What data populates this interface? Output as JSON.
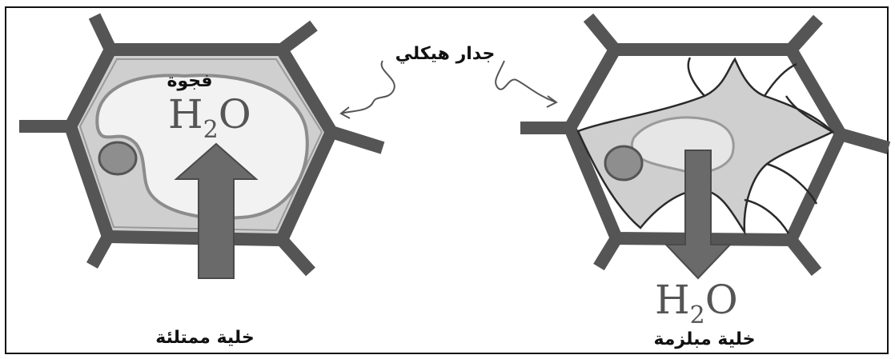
{
  "labels": {
    "wall": "جدار هيكلي",
    "vacuole": "فجوة",
    "turgid_cell": "خلية ممتلئة",
    "plasmolyzed_cell": "خلية مبلزمة"
  },
  "formula": {
    "base": "H",
    "subscript": "2",
    "tail": "O"
  },
  "colors": {
    "wall": "#555555",
    "cytoplasm": "#cfcfcf",
    "vacuole": "#f2f2f2",
    "nucleus": "#8e8e8e",
    "arrow": "#6a6a6a",
    "text": "#111111"
  }
}
